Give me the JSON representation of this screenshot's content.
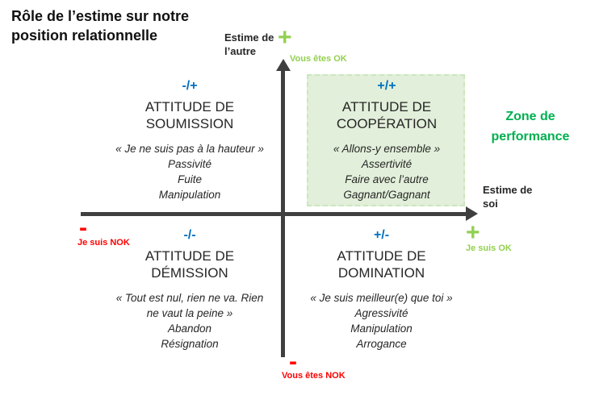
{
  "title": {
    "line1": "Rôle de l’estime sur notre",
    "line2": "position relationnelle"
  },
  "colors": {
    "quadrant_sign_blue": "#0070C0",
    "performance_green": "#00B050",
    "ok_light_green": "#92D050",
    "nok_red": "#FF0000",
    "axis_gray": "#3F3F3F",
    "box_fill_green": "#E2EFDA"
  },
  "axes": {
    "plus": "+",
    "minus": "-",
    "y_label_line1": "Estime de",
    "y_label_line2": "l’autre",
    "y_plus_caption": "Vous êtes OK",
    "y_minus_caption": "Vous êtes NOK",
    "x_label_line1": "Estime de",
    "x_label_line2": "soi",
    "x_plus_caption": "Je suis OK",
    "x_minus_caption": "Je suis NOK"
  },
  "quadrants": {
    "soumission": {
      "sign": "-/+",
      "heading_line1": "ATTITUDE DE",
      "heading_line2": "SOUMISSION",
      "items": [
        "« Je ne suis pas à la hauteur »",
        "Passivité",
        "Fuite",
        "Manipulation"
      ]
    },
    "cooperation": {
      "sign": "+/+",
      "heading_line1": "ATTITUDE DE",
      "heading_line2": "COOPÉRATION",
      "items": [
        "« Allons-y ensemble »",
        "Assertivité",
        "Faire avec l’autre",
        "Gagnant/Gagnant"
      ]
    },
    "demission": {
      "sign": "-/-",
      "heading_line1": "ATTITUDE DE",
      "heading_line2": "DÉMISSION",
      "items": [
        "« Tout est nul, rien ne va. Rien",
        "ne vaut la peine »",
        "Abandon",
        "Résignation"
      ]
    },
    "domination": {
      "sign": "+/-",
      "heading_line1": "ATTITUDE DE",
      "heading_line2": "DOMINATION",
      "items": [
        "« Je suis meilleur(e) que toi »",
        "Agressivité",
        "Manipulation",
        "Arrogance"
      ]
    }
  },
  "zone": {
    "line1": "Zone de",
    "line2": "performance"
  }
}
